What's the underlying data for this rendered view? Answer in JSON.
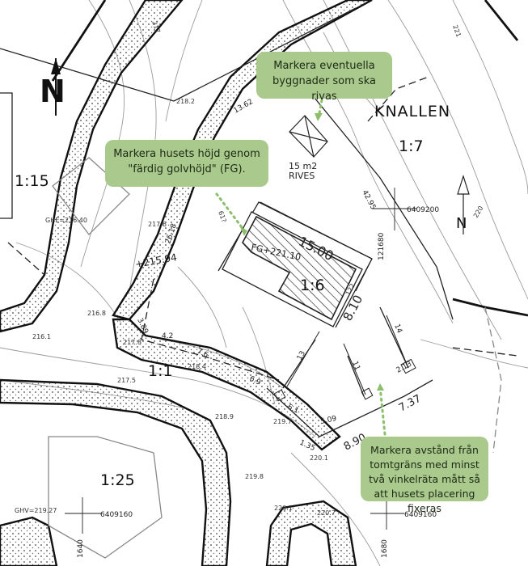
{
  "map": {
    "place_name": "KNALLEN",
    "north_label_main": "N",
    "north_label_small": "N",
    "slopes": {
      "upper_left": "1:15",
      "center": "1:6",
      "right": "1:7",
      "middle": "1:1",
      "lower_left": "1:25"
    },
    "house": {
      "length": "15.00",
      "width": "8.10",
      "fg": "FG+221.10",
      "area_code": "122"
    },
    "demolish": {
      "area": "15 m2",
      "text": "RIVES"
    },
    "elevations": {
      "e218_2": "218.2",
      "e217_6": "217.6",
      "e216_8": "216.8",
      "e216_1": "216.1",
      "e217_8": "217.8",
      "e218_4": "218.4",
      "e217_5": "217.5",
      "e218_9": "218.9",
      "e219_7": "219.7",
      "e219_8": "219.8",
      "e220_1a": "220.1",
      "e220_1b": "220.1",
      "e220_7": "220.7",
      "e215_94": "+215.94"
    },
    "ground_heights": {
      "ghe": "GHE=216.40",
      "ghv": "GHV=219.27"
    },
    "coordinates": {
      "y_top": "6409200",
      "y_bottom_left": "6409160",
      "y_bottom_right": "6409160",
      "x_right": "121680",
      "x_bottom_left": "1640",
      "x_bottom_right": "1680"
    },
    "dimensions": {
      "d13_62": "13.62",
      "d42_95": "42.95",
      "d26_18": "26.18",
      "d3_89": "3.89",
      "d4_2": "4.2",
      "d7_6": "7.6",
      "d6_9": "6.9",
      "d6_1": "6.1",
      "d5_09": "5.09",
      "d1_35": "1.35",
      "d8_90": "8.90",
      "d7_37": "7.37",
      "d2_13": "2.13",
      "d13": "13",
      "d11": "11",
      "d14": "14"
    },
    "contours": {
      "c217": "217",
      "c221": "221",
      "c220": "220",
      "c219": "61?"
    }
  },
  "callouts": {
    "demolish": "Markera eventuella byggnader som ska rivas",
    "fg": "Markera husets höjd genom \"färdig golvhöjd\" (FG).",
    "distance": "Markera avstånd från tomtgräns med minst två vinkelräta mått så att husets placering fixeras"
  },
  "colors": {
    "callout_bg": "#a9c98d",
    "leader": "#8bbf6a",
    "line": "#222222"
  }
}
